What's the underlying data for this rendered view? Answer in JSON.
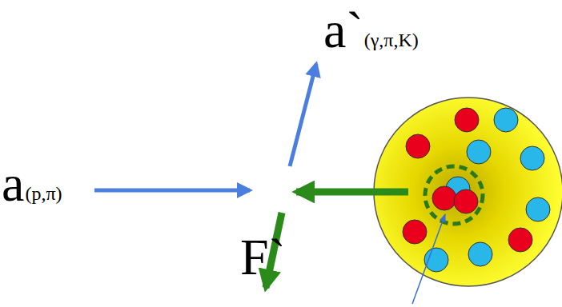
{
  "diagram": {
    "labels": [
      "a`",
      "(γ,π,K)",
      "a",
      "(p,π)",
      "F`"
    ]
  }
}
